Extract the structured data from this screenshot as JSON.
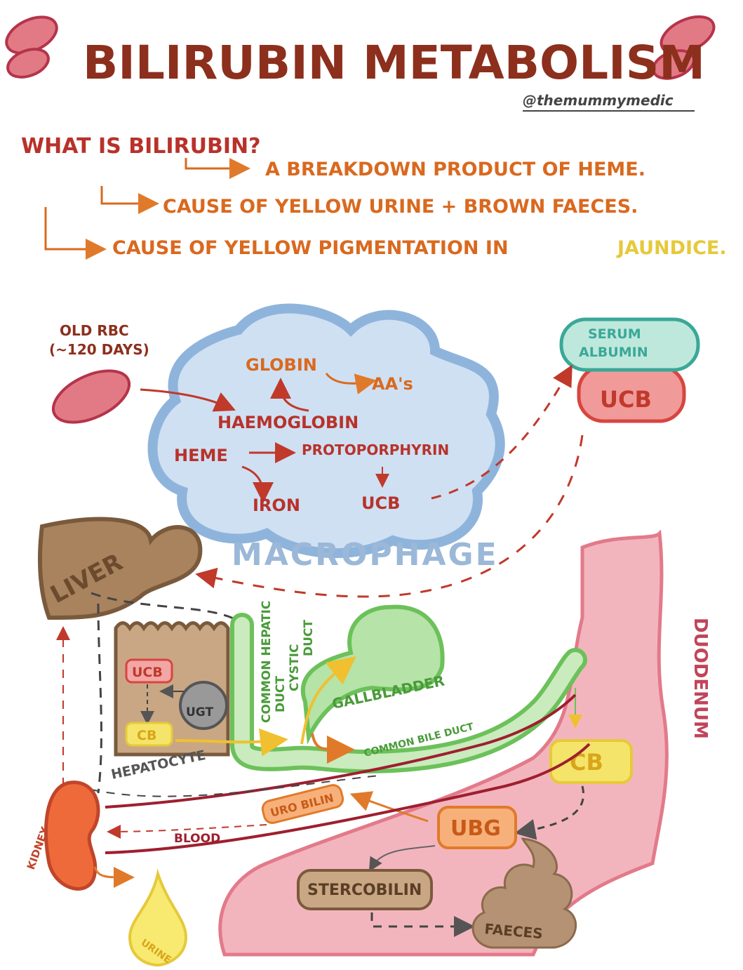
{
  "title": "BILIRUBIN METABOLISM",
  "handle": "@themummymedic",
  "intro": {
    "question": "WHAT IS BILIRUBIN?",
    "points": [
      "A BREAKDOWN PRODUCT OF HEME.",
      "CAUSE OF YELLOW URINE + BROWN FAECES.",
      "CAUSE OF YELLOW PIGMENTATION IN"
    ],
    "jaundice": "JAUNDICE."
  },
  "macrophage": {
    "label": "MACROPHAGE",
    "globin": "GLOBIN",
    "aas": "AA's",
    "haemoglobin": "HAEMOGLOBIN",
    "heme": "HEME",
    "protoporphyrin": "PROTOPORPHYRIN",
    "iron": "IRON",
    "ucb": "UCB"
  },
  "old_rbc": [
    "OLD RBC",
    "(~120 DAYS)"
  ],
  "serum_albumin": [
    "SERUM",
    "ALBUMIN"
  ],
  "serum_ucb": "UCB",
  "liver": "LIVER",
  "hepatocyte": {
    "label": "HEPATOCYTE",
    "ucb": "UCB",
    "cb": "CB",
    "ugt": "UGT"
  },
  "ducts": {
    "common_hepatic": "COMMON HEPATIC",
    "common_hepatic_2": "DUCT",
    "cystic": "CYSTIC",
    "cystic_2": "DUCT",
    "gallbladder": "GALLBLADDER",
    "common_bile": "COMMON BILE DUCT"
  },
  "duodenum": "DUODENUM",
  "intestine": {
    "cb": "CB",
    "ubg": "UBG",
    "urobilin": "URO BILIN",
    "stercobilin": "STERCOBILIN",
    "faeces": "FAECES"
  },
  "blood": "BLOOD",
  "kidney": "KIDNEY",
  "urine": "URINE",
  "colors": {
    "title": "#8c2f1c",
    "red": "#b8322a",
    "orange": "#d9691f",
    "yellow": "#e6c93a",
    "macrophage_fill": "#cfe0f3",
    "macrophage_stroke": "#8fb4dc",
    "liver": "#a9825e",
    "green": "#6cc15a",
    "pink": "#f3b5bd"
  }
}
